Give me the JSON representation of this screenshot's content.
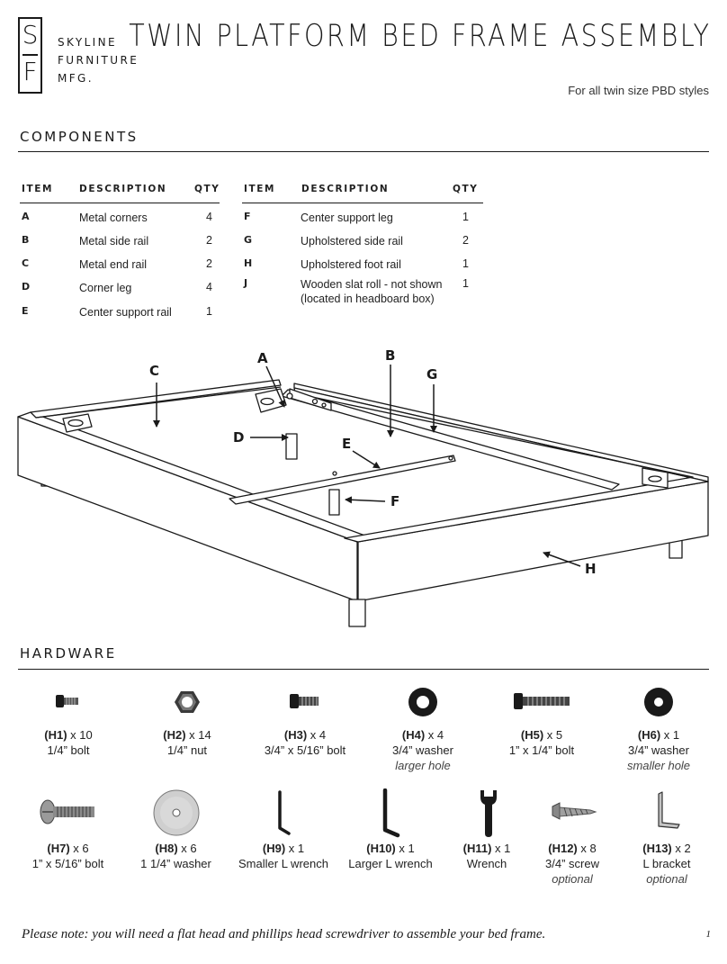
{
  "brand": {
    "monogram_top": "S",
    "monogram_bottom": "F",
    "line1": "SKYLINE",
    "line2": "FURNITURE",
    "line3": "MFG."
  },
  "title": "TWIN PLATFORM BED FRAME ASSEMBLY",
  "subtitle": "For all twin size PBD styles",
  "components": {
    "header": "COMPONENTS",
    "columns": {
      "item": "ITEM",
      "description": "DESCRIPTION",
      "qty": "QTY"
    },
    "left": [
      {
        "item": "A",
        "description": "Metal corners",
        "qty": "4"
      },
      {
        "item": "B",
        "description": "Metal side rail",
        "qty": "2"
      },
      {
        "item": "C",
        "description": "Metal end rail",
        "qty": "2"
      },
      {
        "item": "D",
        "description": "Corner leg",
        "qty": "4"
      },
      {
        "item": "E",
        "description": "Center support rail",
        "qty": "1"
      }
    ],
    "right": [
      {
        "item": "F",
        "description": "Center support leg",
        "qty": "1"
      },
      {
        "item": "G",
        "description": "Upholstered side rail",
        "qty": "2"
      },
      {
        "item": "H",
        "description": "Upholstered foot rail",
        "qty": "1"
      },
      {
        "item": "J",
        "description": "Wooden slat roll - not shown",
        "description2": "(located in headboard box)",
        "qty": "1"
      }
    ]
  },
  "diagram": {
    "labels": {
      "a": "A",
      "b": "B",
      "c": "C",
      "d": "D",
      "e": "E",
      "f": "F",
      "g": "G",
      "h": "H"
    }
  },
  "hardware": {
    "header": "HARDWARE",
    "items": [
      {
        "code": "(H1)",
        "qty": "x 10",
        "desc": "1/4” bolt",
        "note": ""
      },
      {
        "code": "(H2)",
        "qty": "x 14",
        "desc": "1/4” nut",
        "note": ""
      },
      {
        "code": "(H3)",
        "qty": "x 4",
        "desc": "3/4” x 5/16” bolt",
        "note": ""
      },
      {
        "code": "(H4)",
        "qty": "x 4",
        "desc": "3/4” washer",
        "note": "larger hole"
      },
      {
        "code": "(H5)",
        "qty": "x 5",
        "desc": "1” x 1/4” bolt",
        "note": ""
      },
      {
        "code": "(H6)",
        "qty": "x 1",
        "desc": "3/4” washer",
        "note": "smaller hole"
      },
      {
        "code": "(H7)",
        "qty": "x 6",
        "desc": "1” x 5/16” bolt",
        "note": ""
      },
      {
        "code": "(H8)",
        "qty": "x 6",
        "desc": "1 1/4” washer",
        "note": ""
      },
      {
        "code": "(H9)",
        "qty": "x 1",
        "desc": "Smaller L wrench",
        "note": ""
      },
      {
        "code": "(H10)",
        "qty": "x 1",
        "desc": "Larger L wrench",
        "note": ""
      },
      {
        "code": "(H11)",
        "qty": "x 1",
        "desc": "Wrench",
        "note": ""
      },
      {
        "code": "(H12)",
        "qty": "x 8",
        "desc": "3/4” screw",
        "note": "optional"
      },
      {
        "code": "(H13)",
        "qty": "x 2",
        "desc": "L bracket",
        "note": "optional"
      }
    ]
  },
  "footnote": "Please note: you will need a flat head and phillips head screwdriver to assemble your bed frame.",
  "page_number": "1",
  "colors": {
    "ink": "#1a1a1a",
    "metal": "#b9b9b9",
    "washer": "#cfcfcf"
  }
}
